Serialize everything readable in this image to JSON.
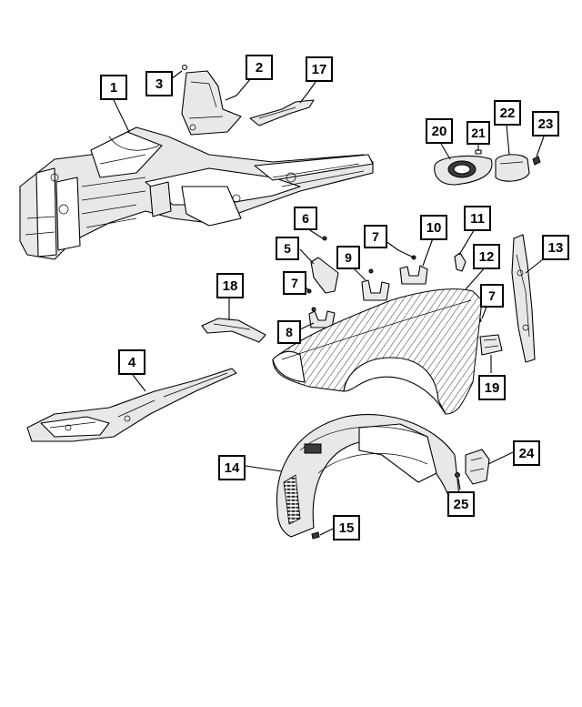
{
  "callouts": [
    {
      "id": "c1",
      "label": "1"
    },
    {
      "id": "c2",
      "label": "2"
    },
    {
      "id": "c3",
      "label": "3"
    },
    {
      "id": "c4",
      "label": "4"
    },
    {
      "id": "c5",
      "label": "5"
    },
    {
      "id": "c6",
      "label": "6"
    },
    {
      "id": "c7a",
      "label": "7"
    },
    {
      "id": "c7b",
      "label": "7"
    },
    {
      "id": "c7c",
      "label": "7"
    },
    {
      "id": "c8",
      "label": "8"
    },
    {
      "id": "c9",
      "label": "9"
    },
    {
      "id": "c10",
      "label": "10"
    },
    {
      "id": "c11",
      "label": "11"
    },
    {
      "id": "c12",
      "label": "12"
    },
    {
      "id": "c13",
      "label": "13"
    },
    {
      "id": "c14",
      "label": "14"
    },
    {
      "id": "c15",
      "label": "15"
    },
    {
      "id": "c17",
      "label": "17"
    },
    {
      "id": "c18",
      "label": "18"
    },
    {
      "id": "c19",
      "label": "19"
    },
    {
      "id": "c20",
      "label": "20"
    },
    {
      "id": "c21",
      "label": "21"
    },
    {
      "id": "c22",
      "label": "22"
    },
    {
      "id": "c23",
      "label": "23"
    },
    {
      "id": "c24",
      "label": "24"
    },
    {
      "id": "c25",
      "label": "25"
    }
  ]
}
